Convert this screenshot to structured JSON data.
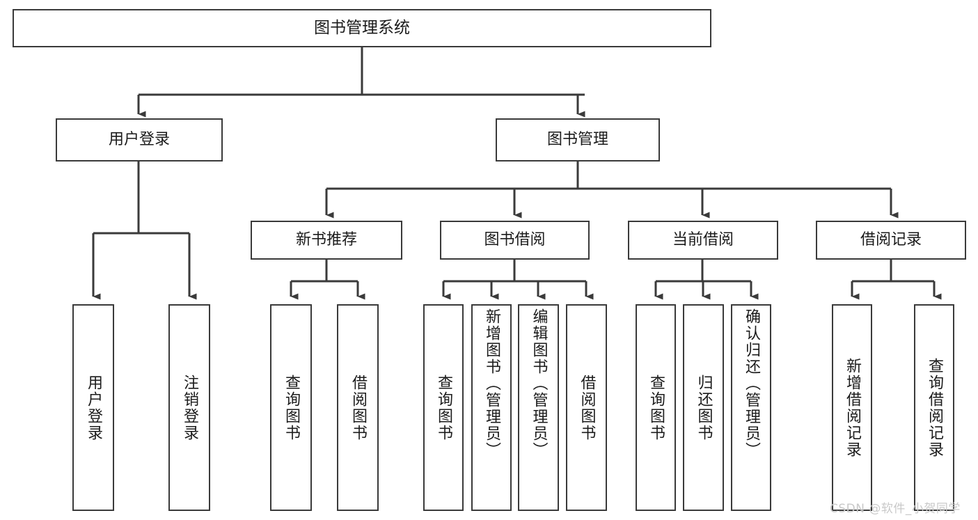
{
  "diagram": {
    "type": "hierarchy-tree",
    "background_color": "#ffffff",
    "box_border_color": "#3a3a3a",
    "connector_color": "#3a3a3a",
    "text_color": "#1b1b1b",
    "root": {
      "label": "图书管理系统"
    },
    "level2": [
      {
        "label": "用户登录"
      },
      {
        "label": "图书管理"
      }
    ],
    "level3": [
      {
        "label": "新书推荐"
      },
      {
        "label": "图书借阅"
      },
      {
        "label": "当前借阅"
      },
      {
        "label": "借阅记录"
      }
    ],
    "leaves": {
      "user_login": [
        {
          "label": "用户登录"
        },
        {
          "label": "注销登录"
        }
      ],
      "new_book_recommend": [
        {
          "label": "查询图书"
        },
        {
          "label": "借阅图书"
        }
      ],
      "book_borrow": [
        {
          "label": "查询图书"
        },
        {
          "label": "新增图书（管理员）"
        },
        {
          "label": "编辑图书（管理员）"
        },
        {
          "label": "借阅图书"
        }
      ],
      "current_borrow": [
        {
          "label": "查询图书"
        },
        {
          "label": "归还图书"
        },
        {
          "label": "确认归还（管理员）"
        }
      ],
      "borrow_record": [
        {
          "label": "新增借阅记录"
        },
        {
          "label": "查询借阅记录"
        }
      ]
    }
  },
  "watermark": {
    "text": "CSDN @软件_小贺同学"
  }
}
